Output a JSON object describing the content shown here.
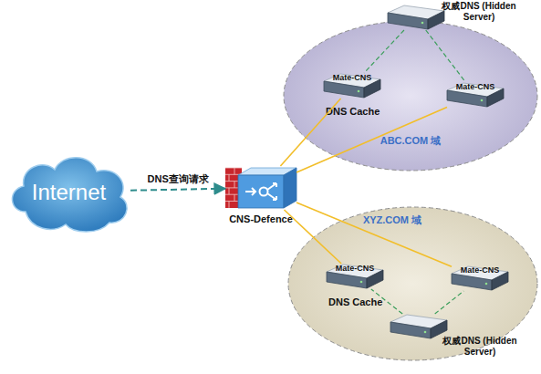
{
  "diagram": {
    "nodes": [
      {
        "text": [
          "Internet"
        ]
      },
      {
        "text": [
          "CNS-Defence"
        ]
      },
      {
        "text": [
          "ABC.COM 域"
        ]
      },
      {
        "text": [
          "权威DNS (Hidden Server)"
        ],
        "in": 2
      },
      {
        "text": [
          "Mate-CNS",
          "DNS Cache"
        ],
        "in": 2
      },
      {
        "text": [
          "Mate-CNS"
        ],
        "in": 2
      },
      {
        "text": [
          "XYZ.COM 域"
        ]
      },
      {
        "text": [
          "Mate-CNS",
          "DNS Cache"
        ],
        "in": 6
      },
      {
        "text": [
          "Mate-CNS"
        ],
        "in": 6
      },
      {
        "text": [
          "权威DNS (Hidden Server)"
        ],
        "in": 6
      }
    ],
    "edges": [
      {
        "from": 0,
        "to": 1,
        "arrow": "to",
        "label": "DNS查询请求"
      },
      {
        "from": 1,
        "to": 4,
        "arrow": "none"
      },
      {
        "from": 1,
        "to": 5,
        "arrow": "none"
      },
      {
        "from": 1,
        "to": 7,
        "arrow": "none"
      },
      {
        "from": 1,
        "to": 8,
        "arrow": "none"
      },
      {
        "from": 3,
        "to": 4,
        "arrow": "none"
      },
      {
        "from": 3,
        "to": 5,
        "arrow": "none"
      },
      {
        "from": 9,
        "to": 7,
        "arrow": "none"
      },
      {
        "from": 9,
        "to": 8,
        "arrow": "none"
      }
    ]
  }
}
